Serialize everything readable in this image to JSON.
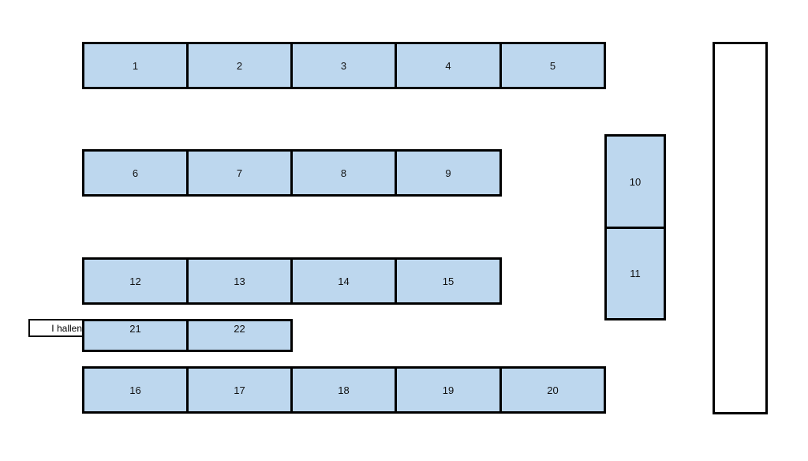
{
  "hall_label": "I hallen",
  "colors": {
    "booth_fill": "#bdd7ee",
    "border": "#000000",
    "background": "#ffffff"
  },
  "booths": [
    "1",
    "2",
    "3",
    "4",
    "5",
    "6",
    "7",
    "8",
    "9",
    "10",
    "11",
    "12",
    "13",
    "14",
    "15",
    "16",
    "17",
    "18",
    "19",
    "20",
    "21",
    "22"
  ]
}
